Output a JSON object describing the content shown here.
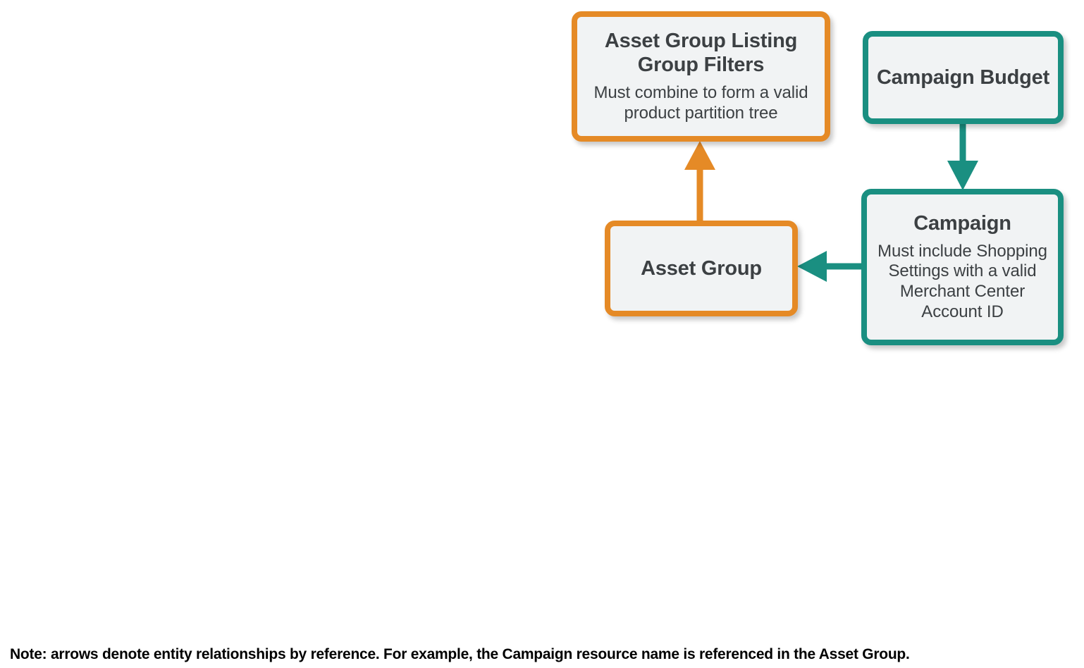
{
  "diagram": {
    "colors": {
      "orange": "#e58a26",
      "teal": "#1a8f81",
      "node_fill": "#f1f3f4",
      "text": "#3c4043",
      "note_text": "#000000",
      "background": "#ffffff"
    },
    "nodes": [
      {
        "id": "asset-group-listing-group-filters",
        "title": "Asset Group Listing Group Filters",
        "description": "Must combine to form a valid product partition tree",
        "accent": "orange"
      },
      {
        "id": "asset-group",
        "title": "Asset Group",
        "description": "",
        "accent": "orange"
      },
      {
        "id": "campaign-budget",
        "title": "Campaign Budget",
        "description": "",
        "accent": "teal"
      },
      {
        "id": "campaign",
        "title": "Campaign",
        "description": "Must include Shopping Settings with a valid Merchant Center Account ID",
        "accent": "teal"
      }
    ],
    "edges": [
      {
        "id": "asset-group-to-listing-group-filters",
        "from": "asset-group",
        "to": "asset-group-listing-group-filters",
        "direction": "up",
        "color": "orange"
      },
      {
        "id": "campaign-budget-to-campaign",
        "from": "campaign-budget",
        "to": "campaign",
        "direction": "down",
        "color": "teal"
      },
      {
        "id": "campaign-to-asset-group",
        "from": "campaign",
        "to": "asset-group",
        "direction": "left",
        "color": "teal"
      }
    ],
    "note": "Note: arrows denote entity relationships by reference. For example, the Campaign resource name is referenced in the Asset Group."
  }
}
